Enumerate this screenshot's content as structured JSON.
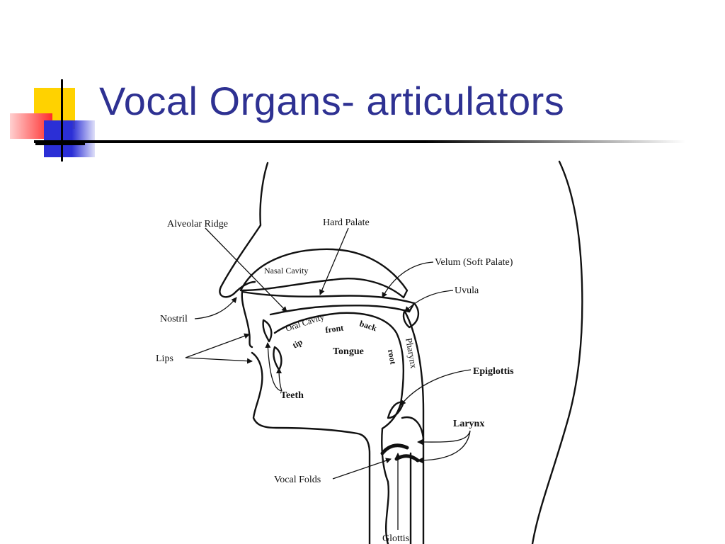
{
  "slide": {
    "title": "Vocal Organs- articulators"
  },
  "diagram": {
    "labels": {
      "alveolar_ridge": "Alveolar Ridge",
      "hard_palate": "Hard Palate",
      "nasal_cavity": "Nasal Cavity",
      "velum": "Velum (Soft Palate)",
      "uvula": "Uvula",
      "nostril": "Nostril",
      "oral_cavity": "Oral Cavity",
      "front": "front",
      "back": "back",
      "tip": "tip",
      "tongue": "Tongue",
      "root": "root",
      "pharynx": "Pharynx",
      "lips": "Lips",
      "teeth": "Teeth",
      "epiglottis": "Epiglottis",
      "larynx": "Larynx",
      "vocal_folds": "Vocal Folds",
      "glottis": "Glottis"
    }
  },
  "colors": {
    "title": "#2e3192",
    "deco_yellow": "#ffd200",
    "deco_red": "#ff3b3b",
    "deco_blue": "#2b2fd6"
  }
}
